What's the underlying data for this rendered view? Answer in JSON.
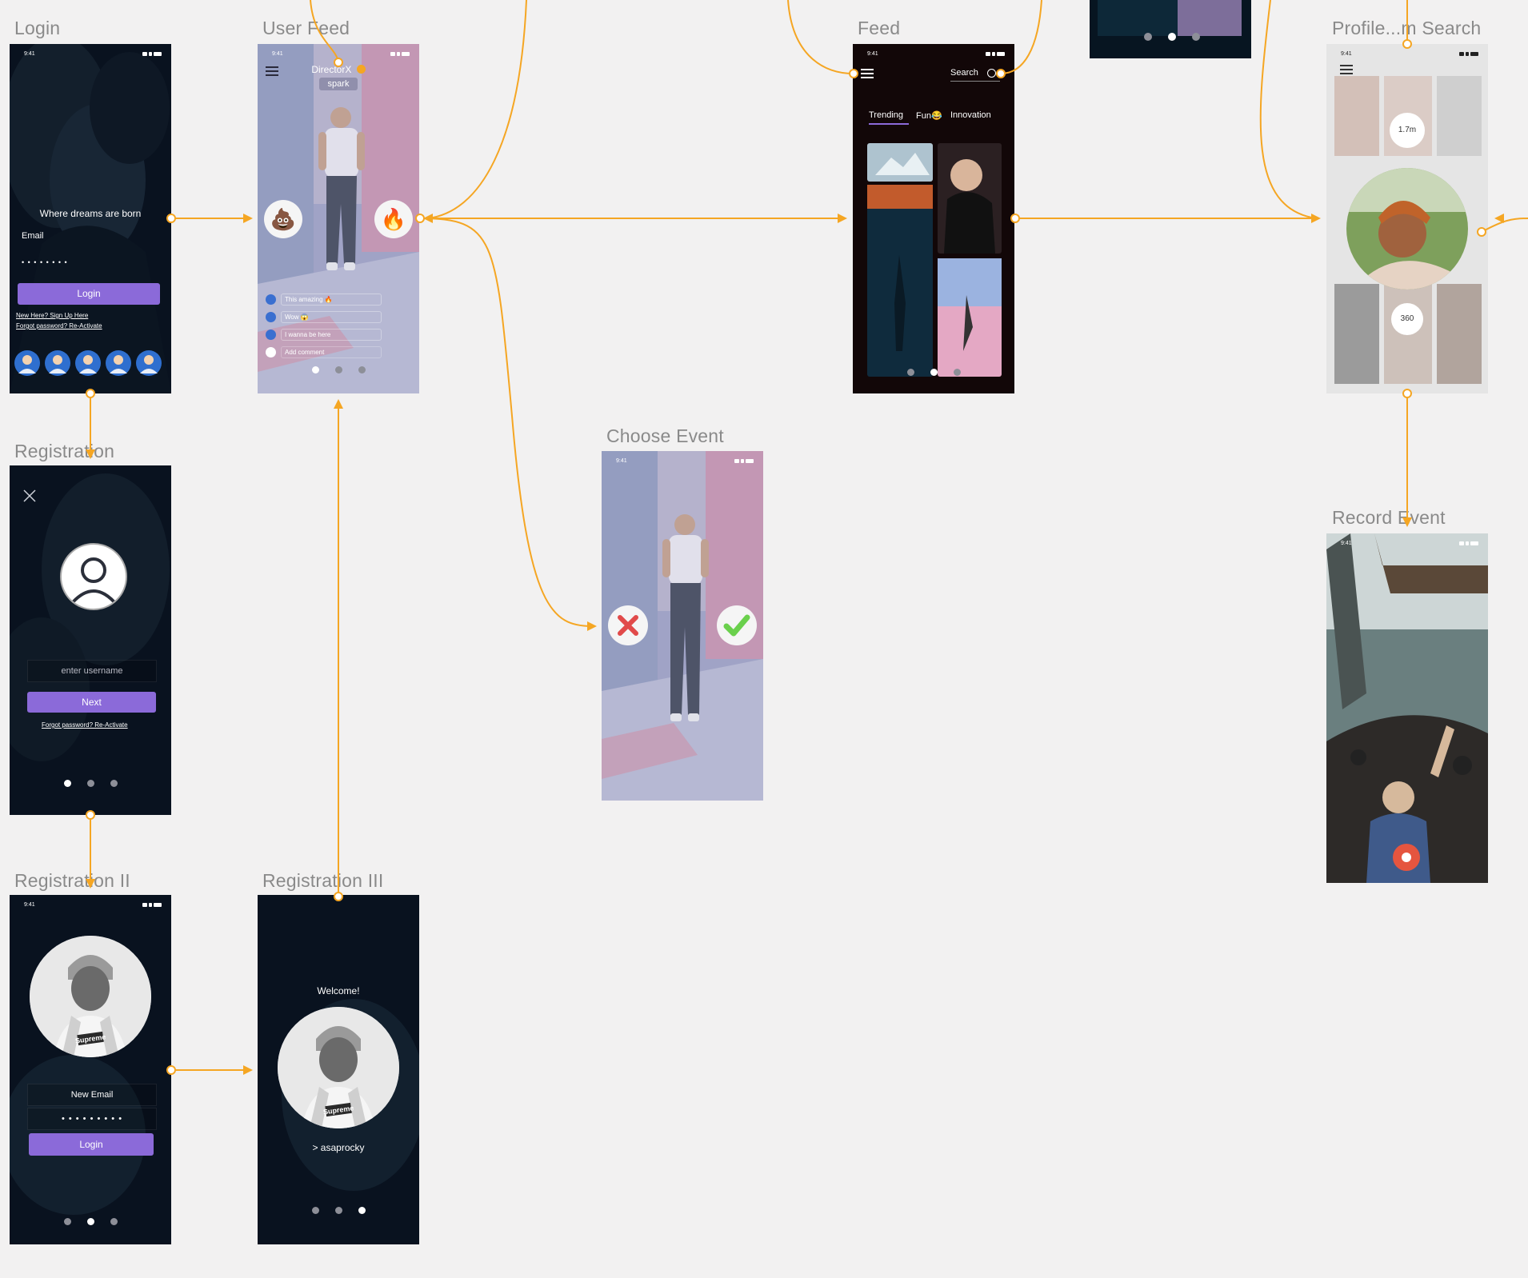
{
  "artboards": {
    "login": {
      "title": "Login",
      "time": "9:41",
      "tagline": "Where dreams are born",
      "email_label": "Email",
      "password_dots": "• • • • • • • •",
      "login_button": "Login",
      "signup_link": "New Here? Sign Up Here",
      "forgot_link": "Forgot password? Re-Activate"
    },
    "user_feed": {
      "title": "User Feed",
      "time": "9:41",
      "user_name": "DirectorX",
      "tag": "spark",
      "left_reaction": "💩",
      "right_reaction": "🔥",
      "comments": [
        "This amazing 🔥",
        "Wow 😱",
        "I wanna be here"
      ],
      "add_comment": "Add comment"
    },
    "feed": {
      "title": "Feed",
      "time": "9:41",
      "search_label": "Search",
      "tabs": [
        "Trending",
        "Fun😂",
        "Innovation"
      ]
    },
    "profile_search": {
      "title": "Profile...m Search",
      "time": "9:41",
      "badge_top": "1.7m",
      "badge_bottom": "360"
    },
    "registration": {
      "title": "Registration",
      "username_placeholder": "enter username",
      "next_button": "Next",
      "forgot_link": "Forgot password? Re-Activate"
    },
    "choose_event": {
      "title": "Choose Event",
      "time": "9:41"
    },
    "record_event": {
      "title": "Record Event",
      "time": "9:41"
    },
    "registration_ii": {
      "title": "Registration II",
      "time": "9:41",
      "email_placeholder": "New Email",
      "password_dots": "• • • • • • • • •",
      "login_button": "Login",
      "shirt_text": "Supreme"
    },
    "registration_iii": {
      "title": "Registration III",
      "welcome": "Welcome!",
      "handle": "> asaprocky",
      "shirt_text": "Supreme"
    }
  },
  "colors": {
    "canvas": "#f2f1f1",
    "connector": "#f5a623",
    "accent": "#8b6ad9",
    "title_text": "#8a8a8a"
  }
}
